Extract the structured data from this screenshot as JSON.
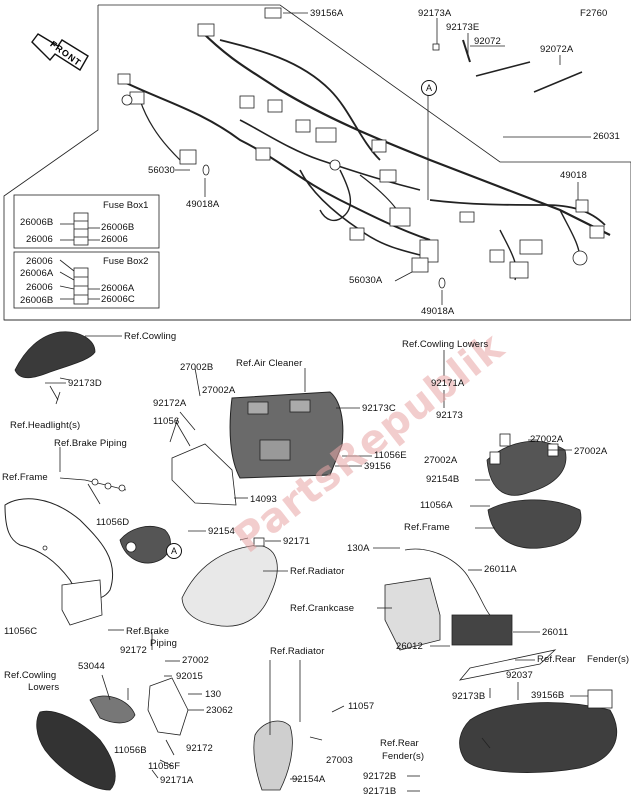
{
  "figure_code": "F2760",
  "front_label": "FRONT",
  "callout_letter": "A",
  "watermark": "PartsRepublik",
  "fuse_box_1": {
    "title": "Fuse Box1",
    "left": [
      "26006B",
      "26006"
    ],
    "right": [
      "26006B",
      "26006"
    ]
  },
  "fuse_box_2": {
    "title": "Fuse Box2",
    "left": [
      "26006",
      "26006A",
      "26006",
      "26006B"
    ],
    "right": [
      "26006A",
      "26006C"
    ]
  },
  "labels": {
    "l39156A": "39156A",
    "l92173A": "92173A",
    "l92173E": "92173E",
    "l92072": "92072",
    "l92072A": "92072A",
    "l26031": "26031",
    "l49018": "49018",
    "l56030": "56030",
    "l49018A": "49018A",
    "l56030A": "56030A",
    "l49018A_2": "49018A",
    "ref_cowling": "Ref.Cowling",
    "l92173D": "92173D",
    "ref_headlight": "Ref.Headlight(s)",
    "ref_brake_piping": "Ref.Brake Piping",
    "ref_frame": "Ref.Frame",
    "l11056D": "11056D",
    "l27002B": "27002B",
    "l92172A": "92172A",
    "l27002A": "27002A",
    "l11056": "11056",
    "ref_air_cleaner": "Ref.Air Cleaner",
    "l92173C": "92173C",
    "l11056E": "11056E",
    "l39156": "39156",
    "l14093": "14093",
    "l92154": "92154",
    "l92171": "92171",
    "ref_radiator": "Ref.Radiator",
    "ref_cowling_lowers": "Ref.Cowling Lowers",
    "l92171A": "92171A",
    "l92173": "92173",
    "l27002A_r1": "27002A",
    "l27002A_r2": "27002A",
    "l27002A_r3": "27002A",
    "l92154B": "92154B",
    "l11056A": "11056A",
    "ref_frame_2": "Ref.Frame",
    "l130A": "130A",
    "l26011A": "26011A",
    "ref_crankcase": "Ref.Crankcase",
    "l26011": "26011",
    "l26012": "26012",
    "ref_rear_fender": "Ref.Rear",
    "ref_rear_fender_2": "Fender(s)",
    "l11056C": "11056C",
    "ref_brake_piping_2": "Ref.Brake",
    "ref_brake_piping_2b": "Piping",
    "l53044": "53044",
    "l92172": "92172",
    "l27002": "27002",
    "ref_cowling_lowers_2": "Ref.Cowling",
    "ref_cowling_lowers_2b": "Lowers",
    "l92015": "92015",
    "l130": "130",
    "l23062": "23062",
    "l11056B": "11056B",
    "l92172_2": "92172",
    "l11056F": "11056F",
    "l92171A_2": "92171A",
    "ref_radiator_2": "Ref.Radiator",
    "l11057": "11057",
    "l27003": "27003",
    "l92154A": "92154A",
    "ref_rear_fender_3": "Ref.Rear",
    "ref_rear_fender_3b": "Fender(s)",
    "l92037": "92037",
    "l92173B": "92173B",
    "l39156B": "39156B",
    "l92172B": "92172B",
    "l92171B": "92171B"
  }
}
